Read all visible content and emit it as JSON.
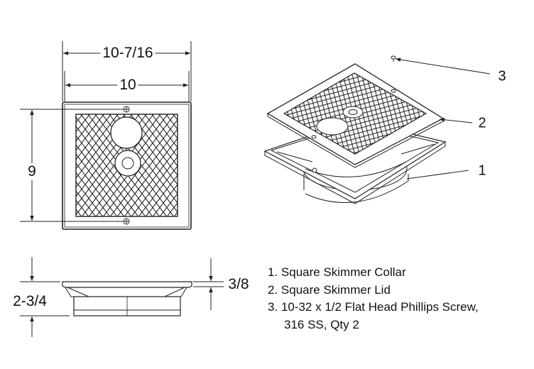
{
  "dimensions": {
    "overall_width": "10-7/16",
    "grate_width": "10",
    "screw_spacing": "9",
    "overall_height": "2-3/4",
    "flange_thickness": "3/8"
  },
  "callouts": [
    "3",
    "2",
    "1"
  ],
  "legend": {
    "items": [
      "1. Square Skimmer Collar",
      "2. Square Skimmer Lid",
      "3. 10-32 x 1/2 Flat Head Phillips Screw,"
    ],
    "item3_continuation": "316 SS, Qty 2"
  },
  "colors": {
    "line": "#222222",
    "background": "#ffffff"
  }
}
